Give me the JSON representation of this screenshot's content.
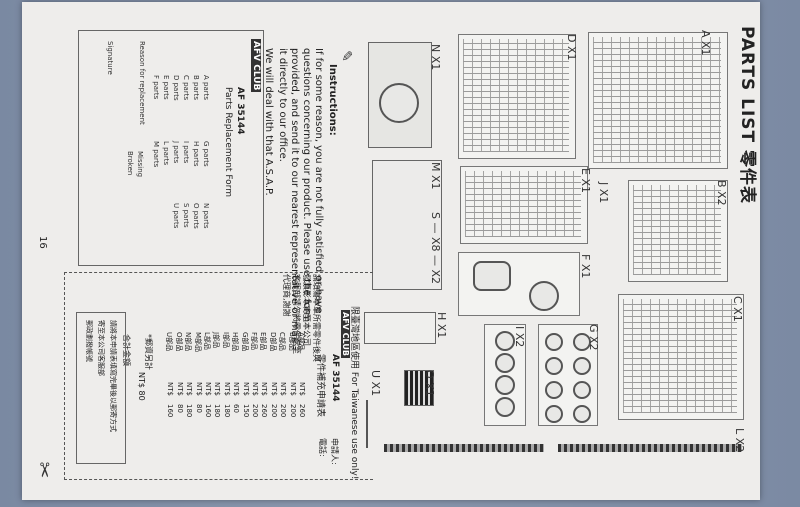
{
  "page": {
    "title": "PARTS LIST 零件表",
    "page_number": "16"
  },
  "sprue_labels": [
    "A X1",
    "D X1",
    "N X1",
    "B X2",
    "J X1",
    "E X1",
    "M X1",
    "S — X8 — X2",
    "F X1",
    "C X1",
    "G X2",
    "I X2",
    "H X1",
    "O X1",
    "U X1",
    "L X2"
  ],
  "instructions": {
    "heading": "Instructions:",
    "lines": [
      "If for some reason, you are not fully satisfied or have",
      "questions concerning our product. Please use the form",
      "provided, and send it to our nearest representative or mail",
      "it directly to our office.",
      "We will deal with that A.S.A.P."
    ]
  },
  "replacement_form": {
    "brand": "AFV CLUB",
    "code": "AF 35144",
    "title": "Parts Replacement Form",
    "col1": [
      "A parts",
      "B parts",
      "C parts",
      "D parts",
      "E parts",
      "F parts"
    ],
    "col2": [
      "G parts",
      "H parts",
      "I parts",
      "J parts",
      "L parts",
      "M parts"
    ],
    "col3": [
      "N parts",
      "O parts",
      "S parts",
      "U parts"
    ],
    "reason_label": "Reason for replacement",
    "reasons": [
      "Missing",
      "Broken"
    ],
    "signature_label": "Signature"
  },
  "chinese_notice": {
    "lines": [
      "請填寫本單所需零件後與",
      "發票影本寄至本公司",
      "客服部請勿將零件送至",
      "代理商,謝謝"
    ]
  },
  "taiwan_form": {
    "heading": "限臺灣地區使用 For Taiwanese use only!",
    "brand": "AFV CLUB",
    "code": "AF 35144",
    "subtitle": "零件補充申請表",
    "applicant": "申請人:",
    "phone": "電話:",
    "rows": [
      [
        "A部品",
        "NT$",
        "260"
      ],
      [
        "B部品",
        "NT$",
        "200"
      ],
      [
        "C部品",
        "NT$",
        "200"
      ],
      [
        "D部品",
        "NT$",
        "200"
      ],
      [
        "E部品",
        "NT$",
        "260"
      ],
      [
        "F部品",
        "NT$",
        "200"
      ],
      [
        "G部品",
        "NT$",
        "150"
      ],
      [
        "H部品",
        "NT$",
        "60"
      ],
      [
        "I部品",
        "NT$",
        "180"
      ],
      [
        "J部品",
        "NT$",
        "180"
      ],
      [
        "L部品",
        "NT$",
        "160"
      ],
      [
        "M部品",
        "NT$",
        "80"
      ],
      [
        "N部品",
        "NT$",
        "180"
      ],
      [
        "O部品",
        "NT$",
        "80"
      ],
      [
        "U部品",
        "NT$",
        "160"
      ]
    ],
    "note1": "*郵資另計",
    "postage": "NT$ 80",
    "total_label": "合計金額",
    "footnotes": [
      "請將本申請表填寫完畢後以郵寄方式",
      "寄至本公司客服部",
      "郵政劃撥帳號"
    ]
  },
  "icons": {
    "scissors": "scissors-icon",
    "pencil": "pencil-icon"
  }
}
